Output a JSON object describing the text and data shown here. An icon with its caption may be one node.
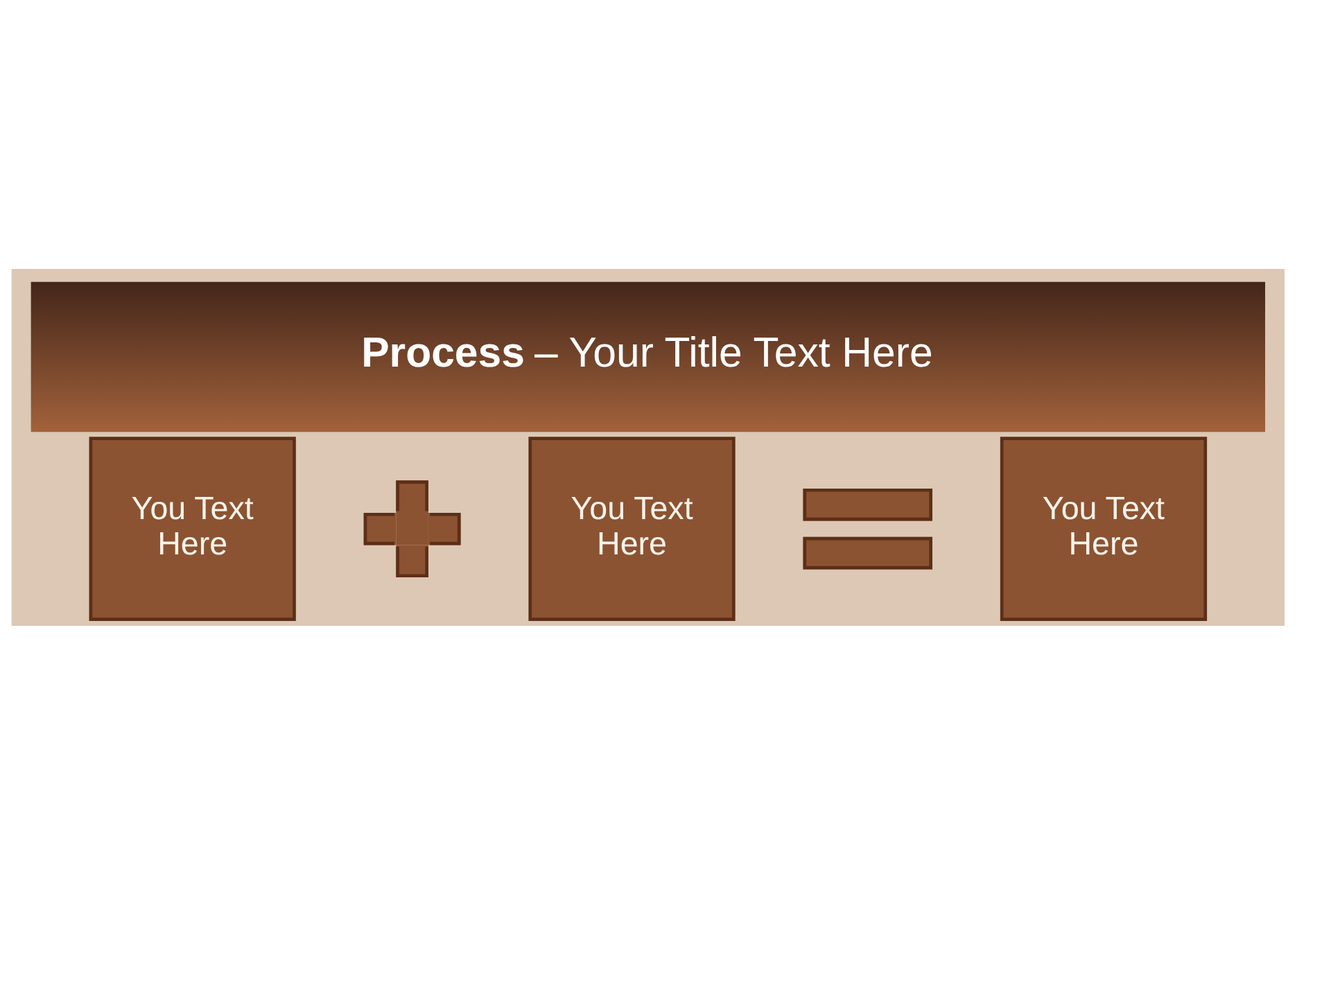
{
  "diagram": {
    "title": "**Process** – Your Title Text Here",
    "nodes": [
      {
        "text": [
          "You Text Here"
        ]
      },
      {
        "text": [],
        "shape": "plus"
      },
      {
        "text": [
          "You Text Here"
        ]
      },
      {
        "text": [],
        "shape": "equals"
      },
      {
        "text": [
          "You Text Here"
        ]
      }
    ],
    "edges": []
  }
}
